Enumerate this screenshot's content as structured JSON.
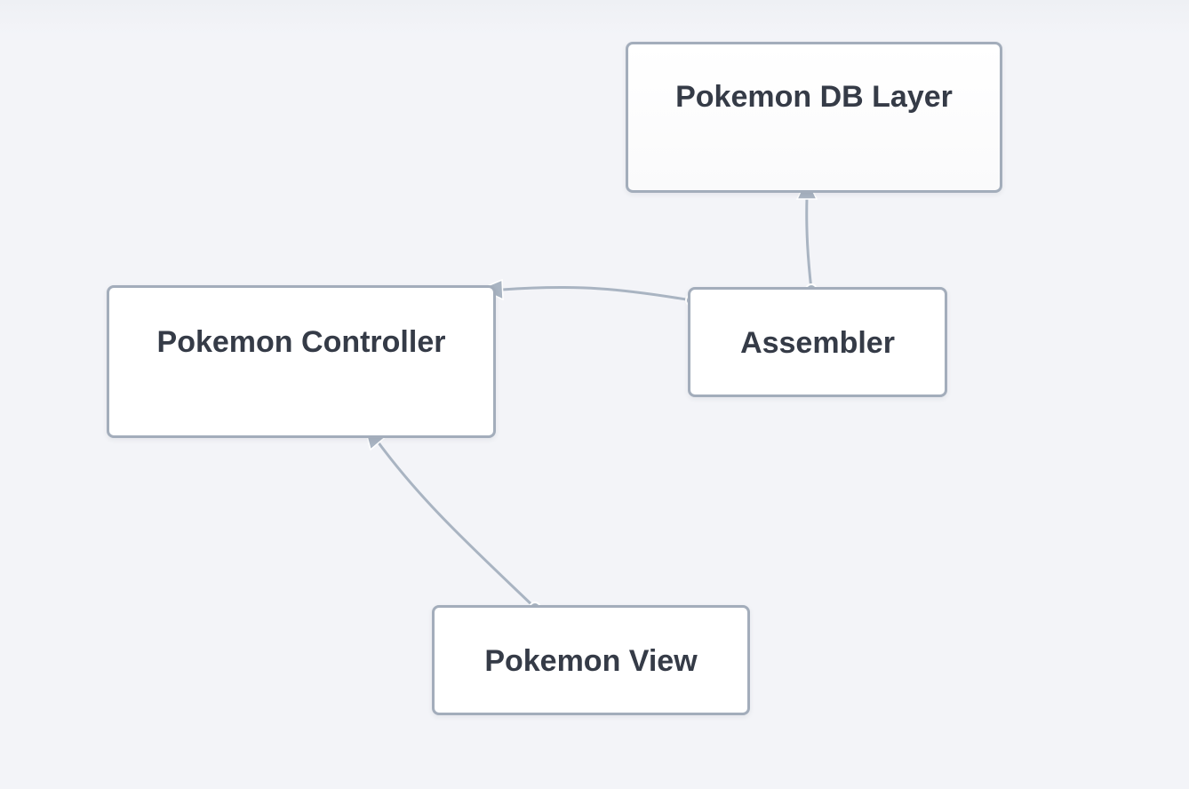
{
  "diagram": {
    "nodes": [
      {
        "id": "db",
        "label": "Pokemon DB Layer"
      },
      {
        "id": "controller",
        "label": "Pokemon Controller"
      },
      {
        "id": "assembler",
        "label": "Assembler"
      },
      {
        "id": "view",
        "label": "Pokemon View"
      }
    ],
    "edges": [
      {
        "from": "assembler",
        "to": "db"
      },
      {
        "from": "assembler",
        "to": "controller"
      },
      {
        "from": "view",
        "to": "controller"
      }
    ]
  },
  "colors": {
    "background": "#f3f4f8",
    "node_border": "#a3adbb",
    "node_text": "#353b47",
    "edge": "#a9b4c2"
  }
}
